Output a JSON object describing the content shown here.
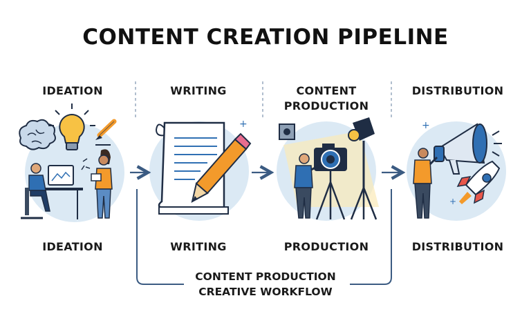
{
  "title": "CONTENT CREATION PIPELINE",
  "stages": [
    {
      "top_label": "IDEATION",
      "bottom_label": "IDEATION"
    },
    {
      "top_label": "WRITING",
      "bottom_label": "WRITING"
    },
    {
      "top_label": "CONTENT PRODUCTION",
      "bottom_label": "PRODUCTION"
    },
    {
      "top_label": "DISTRIBUTION",
      "bottom_label": "DISTRIBUTION"
    }
  ],
  "footer": {
    "line1": "CONTENT PRODUCTION",
    "line2": "CREATIVE WORKFLOW"
  },
  "colors": {
    "circle": "#dbe9f4",
    "arrow": "#3b5b82",
    "accent_orange": "#f39a2b",
    "accent_blue": "#2f6fb3",
    "ink": "#1f2d44"
  },
  "icons": [
    "brain-icon",
    "lightbulb-icon",
    "pencil-icon",
    "person-at-desk-icon",
    "person-holding-tablet-icon",
    "document-icon",
    "large-pencil-icon",
    "camera-icon",
    "tripod-icon",
    "spotlight-icon",
    "megaphone-icon",
    "rocket-icon",
    "person-icon"
  ]
}
